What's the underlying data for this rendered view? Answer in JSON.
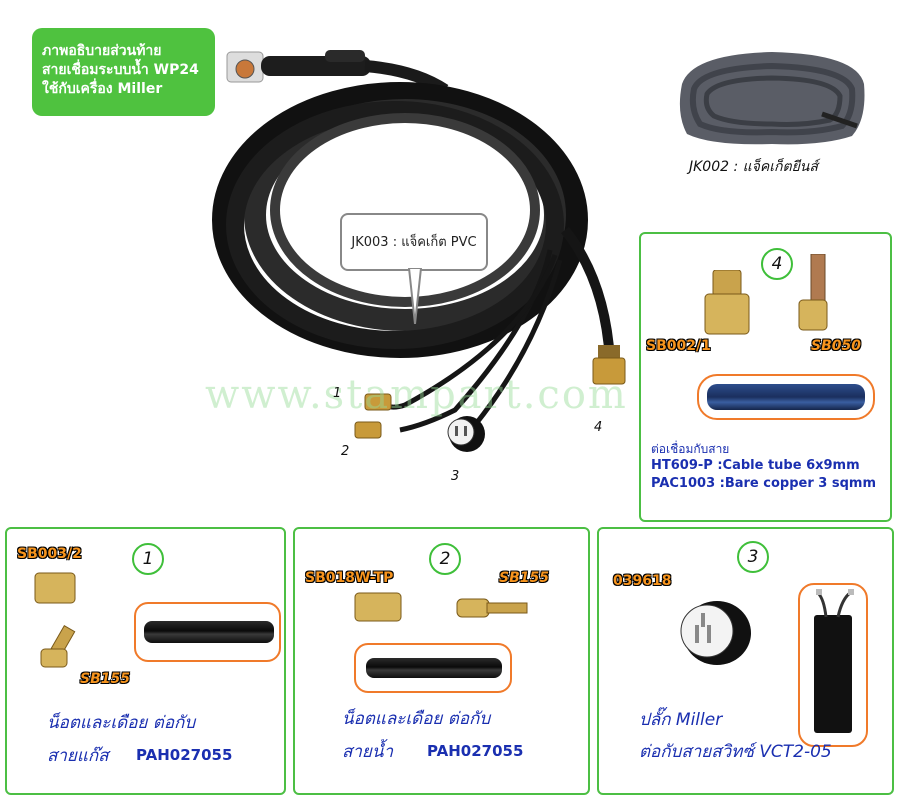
{
  "title_box": {
    "line1": "ภาพอธิบายส่วนท้าย",
    "line2": "สายเชื่อมระบบน้ำ WP24",
    "line3": "ใช้กับเครื่อง Miller"
  },
  "callout_pvc": "JK003 : แจ็คเก็ต PVC",
  "jacket_caption": "JK002 : แจ็คเก็ตยีนส์",
  "watermark": "www.stampart.com",
  "hose_numbers": [
    "1",
    "2",
    "3",
    "4"
  ],
  "panel4": {
    "number": "4",
    "code_a": "SB002/1",
    "code_b": "SB050",
    "connect_label": "ต่อเชื่อมกับสาย",
    "line1": "HT609-P :Cable tube 6x9mm",
    "line2": "PAC1003 :Bare copper 3 sqmm"
  },
  "panel1": {
    "number": "1",
    "code_a": "SB003/2",
    "code_b": "SB155",
    "text1": "น็อตและเดือย ต่อกับ",
    "text2": "สายแก๊ส",
    "part": "PAH027055"
  },
  "panel2": {
    "number": "2",
    "code_a": "SB018W-TP",
    "code_b": "SB155",
    "text1": "น็อตและเดือย ต่อกับ",
    "text2": "สายน้ำ",
    "part": "PAH027055"
  },
  "panel3": {
    "number": "3",
    "code_a": "039618",
    "text1": "ปลั๊ก Miller",
    "text2": "ต่อกับสายสวิทซ์ VCT2-05"
  },
  "colors": {
    "green_border": "#4cbf44",
    "orange_code": "#f7941d",
    "blue_text": "#1a2fb0",
    "title_green": "#4fc23f"
  }
}
